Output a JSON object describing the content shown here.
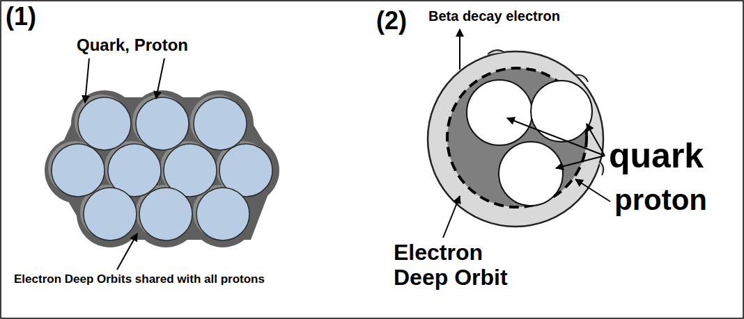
{
  "diagram": {
    "labels": [
      "(1)",
      "Quark, Proton",
      "Electron Deep Orbits shared with all protons",
      "(2)",
      "Beta decay electron",
      "quark",
      "proton",
      "Electron Deep Orbit"
    ]
  }
}
